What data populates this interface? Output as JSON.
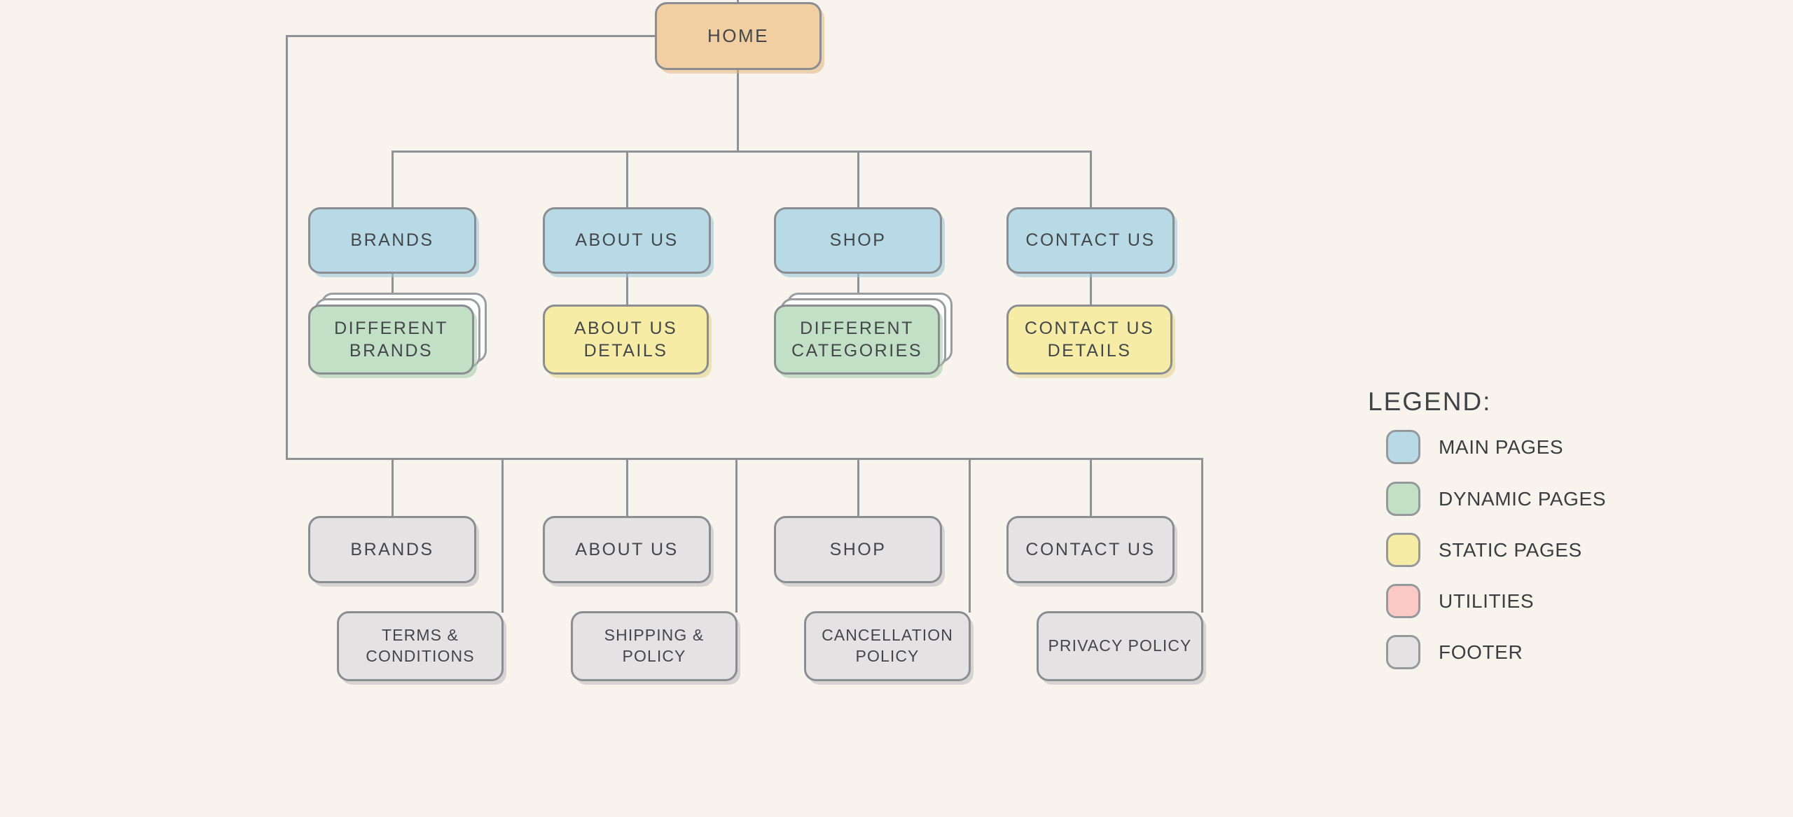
{
  "page": {
    "background": "#F8F4ED",
    "line_color": "#8F9295"
  },
  "palette": {
    "root": {
      "fill": "#F2CFA2",
      "shadow": "rgba(228,179,120,0.55)"
    },
    "main": {
      "fill": "#B7DAE6",
      "shadow": "rgba(148,196,215,0.55)"
    },
    "dynamic": {
      "fill": "#C2E0C5",
      "shadow": "rgba(158,202,165,0.55)"
    },
    "static": {
      "fill": "#F6ECA6",
      "shadow": "rgba(226,210,130,0.55)"
    },
    "utilities": {
      "fill": "#FAC9C6",
      "shadow": "rgba(240,168,164,0.55)"
    },
    "footer": {
      "fill": "#E5E2E4",
      "shadow": "rgba(188,184,187,0.55)"
    },
    "ghost": {
      "fill": "#FDFDFC"
    }
  },
  "nodes": {
    "home": {
      "label": "HOME",
      "type": "root"
    },
    "main": [
      {
        "label": "BRANDS",
        "type": "main"
      },
      {
        "label": "ABOUT US",
        "type": "main"
      },
      {
        "label": "SHOP",
        "type": "main"
      },
      {
        "label": "CONTACT US",
        "type": "main"
      }
    ],
    "details": [
      {
        "label": "DIFFERENT BRANDS",
        "type": "dynamic",
        "stacked": true
      },
      {
        "label": "ABOUT US DETAILS",
        "type": "static",
        "stacked": false
      },
      {
        "label": "DIFFERENT CATEGORIES",
        "type": "dynamic",
        "stacked": true
      },
      {
        "label": "CONTACT US DETAILS",
        "type": "static",
        "stacked": false
      }
    ],
    "footer_main": [
      {
        "label": "BRANDS",
        "type": "footer"
      },
      {
        "label": "ABOUT US",
        "type": "footer"
      },
      {
        "label": "SHOP",
        "type": "footer"
      },
      {
        "label": "CONTACT US",
        "type": "footer"
      }
    ],
    "footer_policies": [
      {
        "label": "TERMS & CONDITIONS",
        "type": "footer"
      },
      {
        "label": "SHIPPING & POLICY",
        "type": "footer"
      },
      {
        "label": "CANCELLATION POLICY",
        "type": "footer"
      },
      {
        "label": "PRIVACY POLICY",
        "type": "footer"
      }
    ]
  },
  "legend": {
    "title": "LEGEND:",
    "items": [
      {
        "label": "MAIN PAGES",
        "type": "main",
        "color": "#B7DAE6"
      },
      {
        "label": "DYNAMIC PAGES",
        "type": "dynamic",
        "color": "#C2E0C5"
      },
      {
        "label": "STATIC PAGES",
        "type": "static",
        "color": "#F6ECA6"
      },
      {
        "label": "UTILITIES",
        "type": "utilities",
        "color": "#FAC9C6"
      },
      {
        "label": "FOOTER",
        "type": "footer",
        "color": "#E5E2E4"
      }
    ]
  }
}
